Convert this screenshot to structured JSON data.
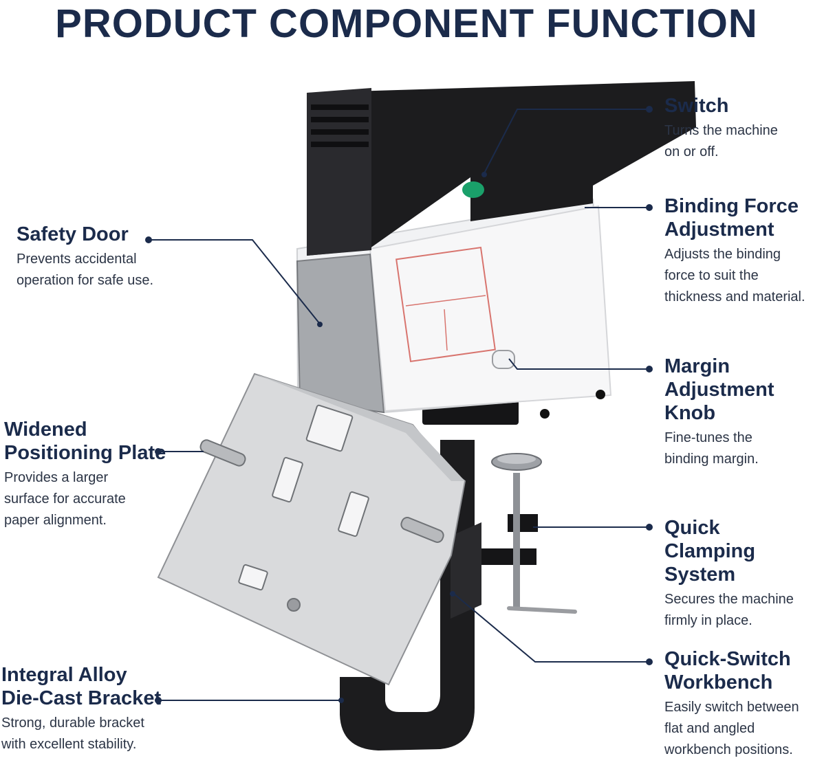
{
  "title": "PRODUCT COMPONENT FUNCTION",
  "colors": {
    "title": "#1b2b4b",
    "text": "#2b3445",
    "leader": "#1b2b4b",
    "machine_black": "#1c1c1e",
    "plate": "#d9dadc",
    "switch": "#1aa06a"
  },
  "components": [
    {
      "id": "switch",
      "name": "Switch",
      "description": [
        "Turns the machine",
        "on or off."
      ]
    },
    {
      "id": "binding-force",
      "name": [
        "Binding Force",
        "Adjustment"
      ],
      "description": [
        "Adjusts the binding",
        "force to suit the",
        "thickness and material."
      ]
    },
    {
      "id": "margin-knob",
      "name": [
        "Margin",
        "Adjustment Knob"
      ],
      "description": [
        "Fine-tunes the",
        "binding margin."
      ]
    },
    {
      "id": "quick-clamping",
      "name": [
        "Quick Clamping",
        "System"
      ],
      "description": [
        "Secures the machine",
        "firmly in place."
      ]
    },
    {
      "id": "quick-switch",
      "name": [
        "Quick-Switch",
        "Workbench"
      ],
      "description": [
        "Easily switch between",
        "flat and angled",
        "workbench positions."
      ]
    },
    {
      "id": "safety-door",
      "name": "Safety Door",
      "description": [
        "Prevents accidental",
        "operation for safe use."
      ]
    },
    {
      "id": "positioning-plate",
      "name": [
        "Widened",
        "Positioning Plate"
      ],
      "description": [
        "Provides a larger",
        "surface for accurate",
        "paper alignment."
      ]
    },
    {
      "id": "bracket",
      "name": [
        "Integral Alloy",
        "Die-Cast Bracket"
      ],
      "description": [
        "Strong, durable bracket",
        "with excellent stability."
      ]
    }
  ]
}
